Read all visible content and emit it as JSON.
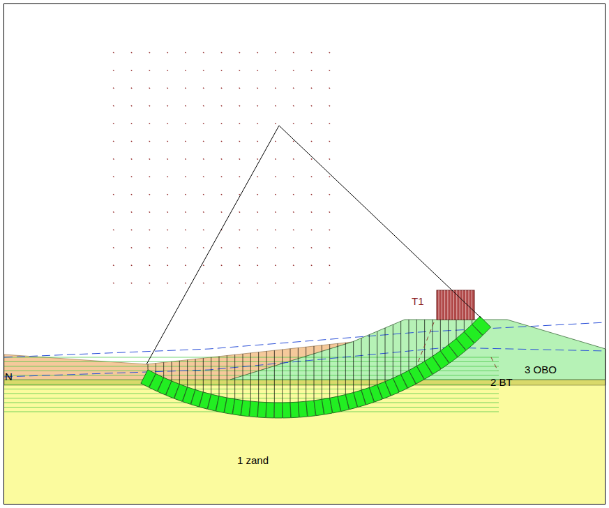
{
  "diagram": {
    "labels": [
      "T1",
      "3 OBO",
      "2 BT",
      "1 zand",
      "N"
    ]
  }
}
